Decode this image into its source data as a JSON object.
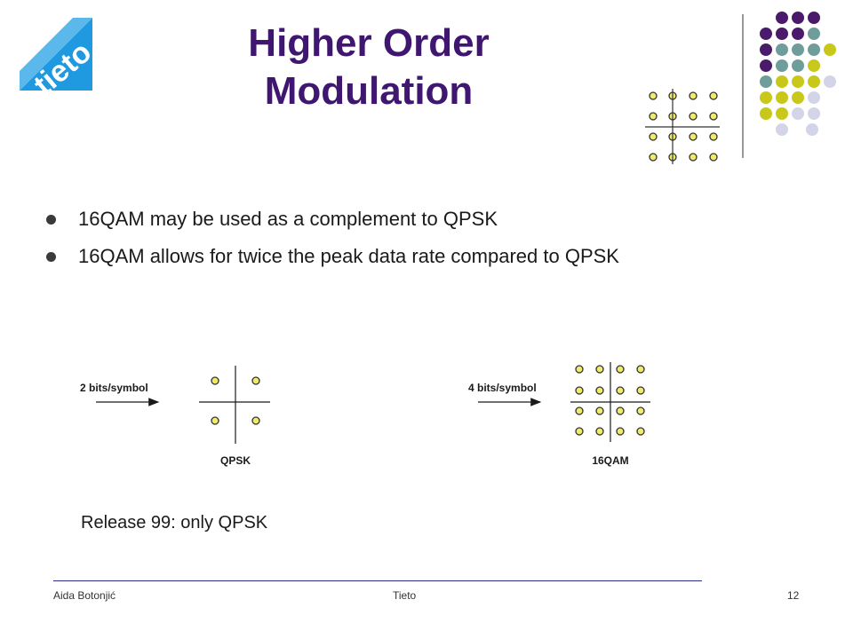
{
  "logo": {
    "text": "tieto",
    "color": "#1f9ae0"
  },
  "title": {
    "line1": "Higher Order",
    "line2": "Modulation"
  },
  "bullets": [
    "16QAM may be used as a complement to QPSK",
    "16QAM allows for twice the peak data rate compared to QPSK"
  ],
  "diagram": {
    "qpsk": {
      "input_label": "2 bits/symbol",
      "name": "QPSK",
      "points": 4
    },
    "qam16": {
      "input_label": "4 bits/symbol",
      "name": "16QAM",
      "points": 16
    }
  },
  "note": "Release 99: only QPSK",
  "footer": {
    "author": "Aida Botonjić",
    "company": "Tieto",
    "page": "12"
  },
  "colors": {
    "title": "#3f1670",
    "point_fill": "#f0ec6a",
    "deco_purple": "#4a1a6b",
    "deco_teal": "#6e9d9b",
    "deco_olive": "#c8c81a",
    "deco_lavender": "#d4d4e8"
  }
}
